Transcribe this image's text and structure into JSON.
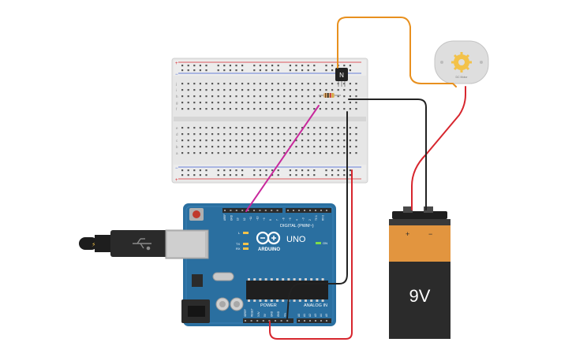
{
  "arduino": {
    "logo_text": "ARDUINO",
    "model": "UNO",
    "digital_header": "DIGITAL (PWM~)",
    "power_header": "POWER",
    "analog_header": "ANALOG IN",
    "on_label": "ON",
    "tx_label": "TX",
    "rx_label": "RX",
    "l_label": "L",
    "pin_labels_top": [
      "AREF",
      "GND",
      "13",
      "12",
      "~11",
      "~10",
      "~9",
      "8",
      "7",
      "~6",
      "~5",
      "4",
      "~3",
      "2",
      "TX 1",
      "RX 0"
    ],
    "pin_labels_power": [
      "IOREF",
      "RESET",
      "3.3V",
      "5V",
      "GND",
      "GND",
      "Vin"
    ],
    "pin_labels_analog": [
      "A0",
      "A1",
      "A2",
      "A3",
      "A4",
      "A5"
    ]
  },
  "battery": {
    "voltage_label": "9V",
    "plus_label": "+",
    "minus_label": "−"
  },
  "transistor": {
    "label": "N"
  },
  "motor": {
    "label": "DC Motor"
  },
  "breadboard": {
    "column_count": 30,
    "row_labels_top": [
      "j",
      "i",
      "h",
      "g",
      "f"
    ],
    "row_labels_bottom": [
      "e",
      "d",
      "c",
      "b",
      "a"
    ],
    "rail_plus": "+",
    "rail_minus": "−"
  },
  "colors": {
    "wire_red": "#d7262e",
    "wire_black": "#222222",
    "wire_orange": "#e8901e",
    "wire_magenta": "#c8289c",
    "board_blue": "#2a6fa0",
    "battery_orange": "#e2953f",
    "battery_dark": "#2b2b2b",
    "breadboard": "#e6e6e6"
  }
}
